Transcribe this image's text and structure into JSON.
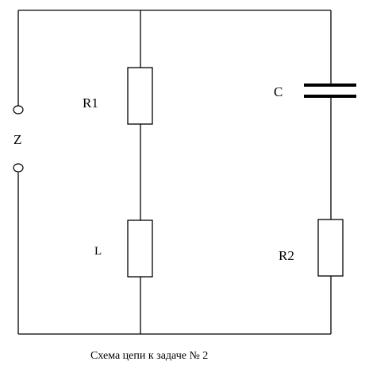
{
  "diagram": {
    "labels": {
      "z": "Z",
      "r1": "R1",
      "l": "L",
      "c": "C",
      "r2": "R2"
    },
    "caption": "Схема цепи к задаче № 2"
  }
}
